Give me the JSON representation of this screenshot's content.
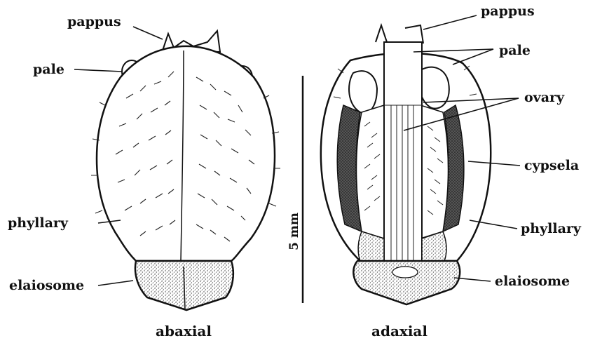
{
  "figure": {
    "left_view": {
      "caption": "abaxial",
      "labels": {
        "pappus": "pappus",
        "pale": "pale",
        "phyllary": "phyllary",
        "elaiosome": "elaiosome"
      }
    },
    "right_view": {
      "caption": "adaxial",
      "labels": {
        "pappus": "pappus",
        "pale": "pale",
        "ovary": "ovary",
        "cypsela": "cypsela",
        "phyllary": "phyllary",
        "elaiosome": "elaiosome"
      }
    },
    "scale_bar": {
      "label": "5 mm"
    }
  },
  "colors": {
    "ink": "#111111",
    "paper": "#ffffff",
    "stipple": "#3a3a3a"
  }
}
